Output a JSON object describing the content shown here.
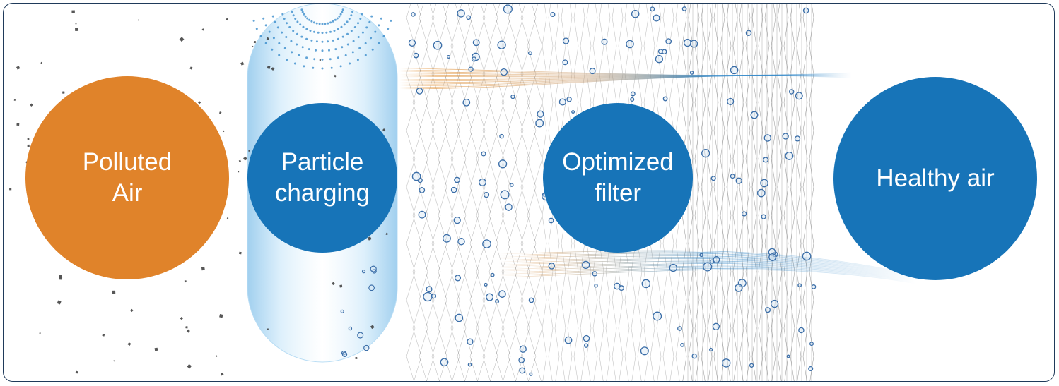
{
  "stages": [
    {
      "label": "Polluted\nAir",
      "color": "#e0832a"
    },
    {
      "label": "Particle\ncharging",
      "color": "#1774b8"
    },
    {
      "label": "Optimized\nfilter",
      "color": "#1774b8"
    },
    {
      "label": "Healthy air",
      "color": "#1774b8"
    }
  ],
  "colors": {
    "border": "#1f3a5a",
    "dust": "#3a3a3a",
    "charged_particle": "#3b6ea8",
    "filter_line": "#555555",
    "chamber": "#a9d3f0",
    "flow_orange": "#e08a2a",
    "flow_blue": "#2f86c8"
  }
}
